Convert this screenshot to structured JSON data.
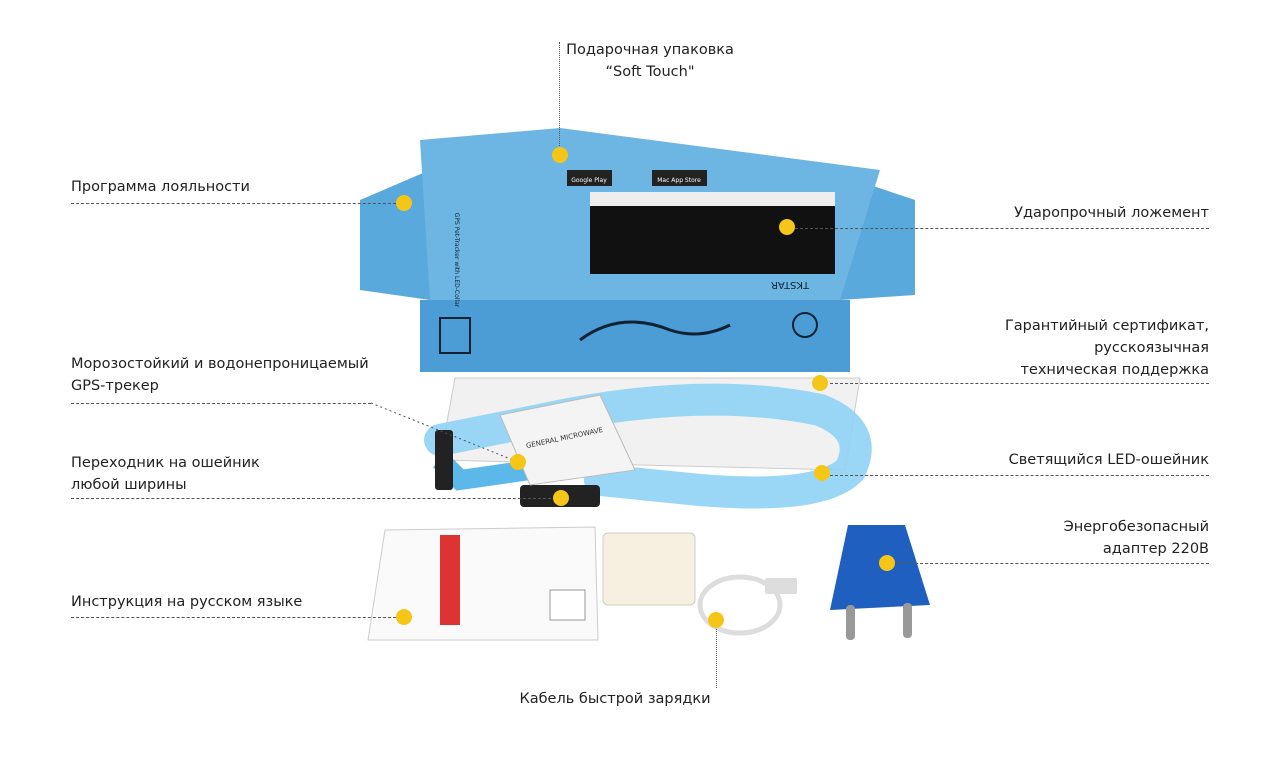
{
  "callouts": {
    "gift_box": {
      "line1": "Подарочная упаковка",
      "line2": "“Soft Touch\""
    },
    "loyalty": {
      "text": "Программа лояльности"
    },
    "shockproof": {
      "text": "Ударопрочный ложемент"
    },
    "warranty": {
      "line1": "Гарантийный сертификат,",
      "line2": "русскоязычная",
      "line3": "техническая поддержка"
    },
    "tracker": {
      "line1": "Морозостойкий и водонепроницаемый",
      "line2": "GPS-трекер"
    },
    "adapter_collar": {
      "line1": "Переходник на ошейник",
      "line2": "любой ширины"
    },
    "led_collar": {
      "text": "Светящийся LED-ошейник"
    },
    "power_adapter": {
      "line1": "Энергобезопасный",
      "line2": "адаптер 220В"
    },
    "manual": {
      "text": "Инструкция на русском языке"
    },
    "cable": {
      "text": "Кабель быстрой зарядки"
    }
  },
  "product_labels": {
    "google_play": "Google Play",
    "mac_app_store": "Mac App Store",
    "brand": "TKSTAR",
    "box_subtitle": "GPS Pet-Tracker with LED-Collar",
    "tracker_text": "GENERAL MICROWAVE"
  },
  "colors": {
    "marker": "#f5c518",
    "box": "#5aa9dc",
    "collar": "#8fd3f5",
    "adapter": "#1f5fbf"
  }
}
